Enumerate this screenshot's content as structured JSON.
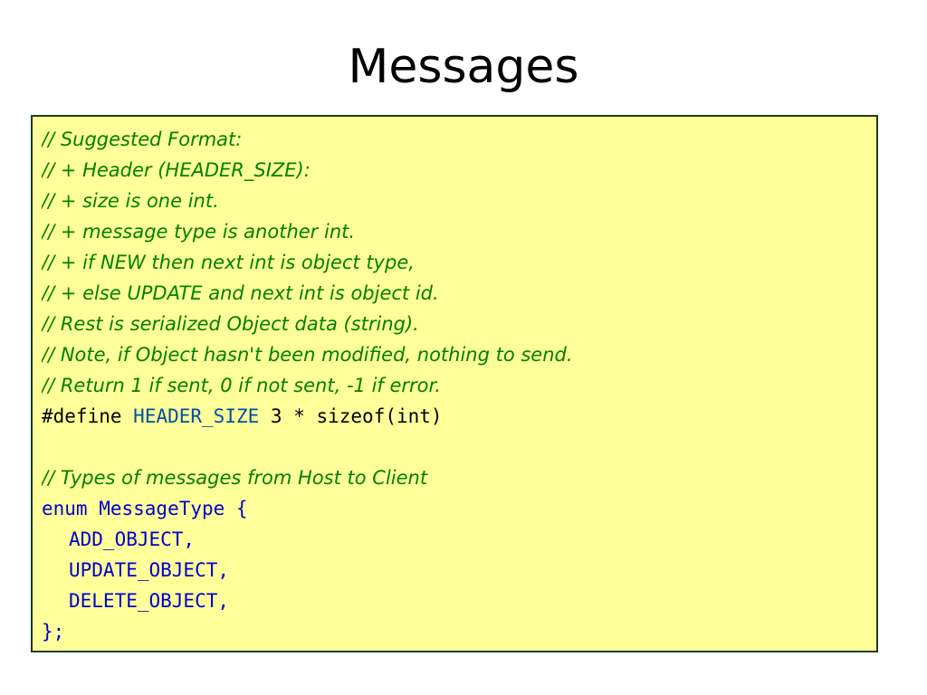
{
  "slide": {
    "title": "Messages"
  },
  "code": {
    "comments": [
      "// Suggested Format:",
      "// + Header (HEADER_SIZE):",
      "// + size is one int.",
      "// + message type is another int.",
      "// + if NEW then next int is object type,",
      "// + else UPDATE and next int is object id.",
      "// Rest is serialized Object data (string).",
      "// Note, if Object hasn't been modified, nothing to send.",
      "// Return 1 if sent, 0 if not sent, -1 if error."
    ],
    "define": {
      "directive": "#define",
      "name": "HEADER_SIZE",
      "value": "3 * sizeof(int)"
    },
    "types_comment": "// Types of messages from Host to Client",
    "enum_decl": "enum MessageType {",
    "enum_values": [
      "ADD_OBJECT,",
      "UPDATE_OBJECT,",
      "DELETE_OBJECT,"
    ],
    "enum_close": "};"
  },
  "colors": {
    "comment": "#008000",
    "keyword": "#0000cc",
    "box_background": "#ffff99"
  }
}
